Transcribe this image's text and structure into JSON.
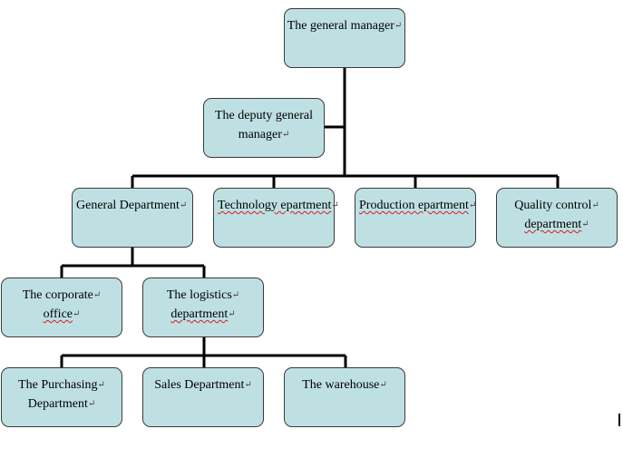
{
  "org_chart": {
    "general_manager": [
      "The general manager"
    ],
    "deputy_general_manager": [
      "The deputy general",
      "manager"
    ],
    "general_department": [
      "General Department"
    ],
    "technology_department": [
      "Technology epartment"
    ],
    "production_department": [
      "Production epartment"
    ],
    "quality_control_department": [
      "Quality control",
      "department"
    ],
    "corporate_office": [
      "The corporate",
      "office"
    ],
    "logistics_department": [
      "The logistics",
      "department"
    ],
    "purchasing_department": [
      "The Purchasing",
      "Department"
    ],
    "sales_department": [
      "Sales Department"
    ],
    "warehouse": [
      "The warehouse"
    ]
  },
  "colors": {
    "box_fill": "#bfe0e3",
    "box_border": "#3a3a3a",
    "connector": "#000000",
    "spelling_underline": "#d02020"
  }
}
